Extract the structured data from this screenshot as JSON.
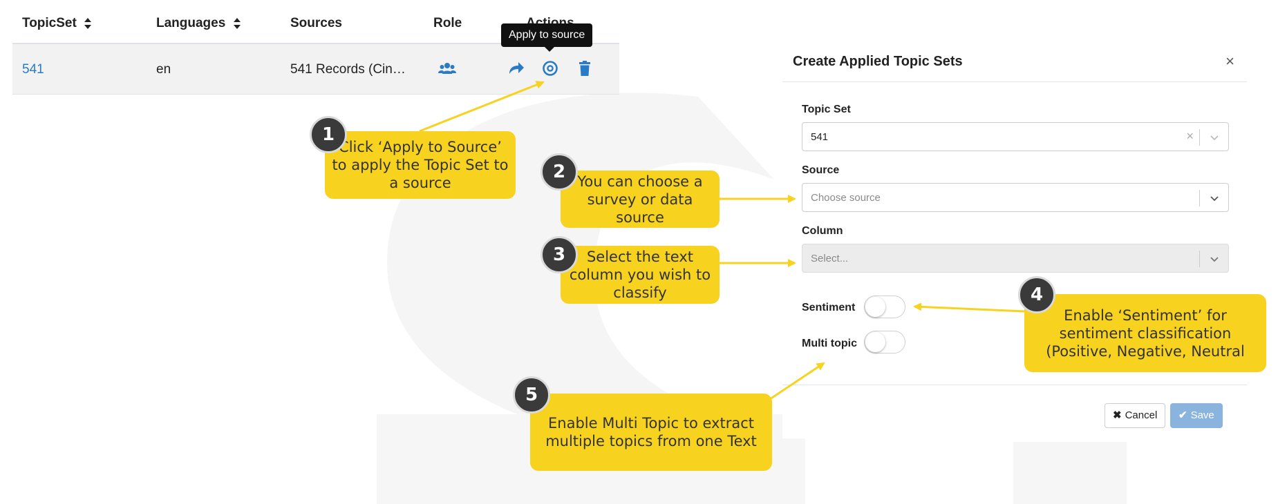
{
  "table": {
    "headers": {
      "topicset": "TopicSet",
      "languages": "Languages",
      "sources": "Sources",
      "role": "Role",
      "actions": "Actions"
    },
    "rows": [
      {
        "topicset": "541",
        "language": "en",
        "source": "541 Records (Cin…"
      }
    ],
    "tooltip": "Apply to source"
  },
  "modal": {
    "title": "Create Applied Topic Sets",
    "close_symbol": "×",
    "topic_set_label": "Topic Set",
    "topic_set_value": "541",
    "clear_symbol": "×",
    "source_label": "Source",
    "source_placeholder": "Choose source",
    "column_label": "Column",
    "column_placeholder": "Select...",
    "sentiment_label": "Sentiment",
    "multi_topic_label": "Multi topic",
    "cancel_label": "Cancel",
    "cancel_icon": "✖",
    "save_label": "Save",
    "save_icon": "✔"
  },
  "callouts": [
    {
      "number": "1",
      "text": "Click ‘Apply to Source’ to apply the Topic Set to a source"
    },
    {
      "number": "2",
      "text": "You can choose a survey or data source"
    },
    {
      "number": "3",
      "text": "Select the text column you wish to classify"
    },
    {
      "number": "4",
      "text": "Enable ‘Sentiment’ for sentiment classification (Positive, Negative, Neutral"
    },
    {
      "number": "5",
      "text": "Enable Multi Topic to extract multiple topics from one Text"
    }
  ],
  "colors": {
    "callout": "#f7d21f",
    "link": "#2a7bc6",
    "save_button": "#8ab4de",
    "badge": "#3a3a3a"
  },
  "icons": {
    "sort": "sort-icon",
    "role": "users-icon",
    "share": "share-icon",
    "apply": "target-icon",
    "delete": "trash-icon",
    "chevron": "chevron-down-icon"
  }
}
